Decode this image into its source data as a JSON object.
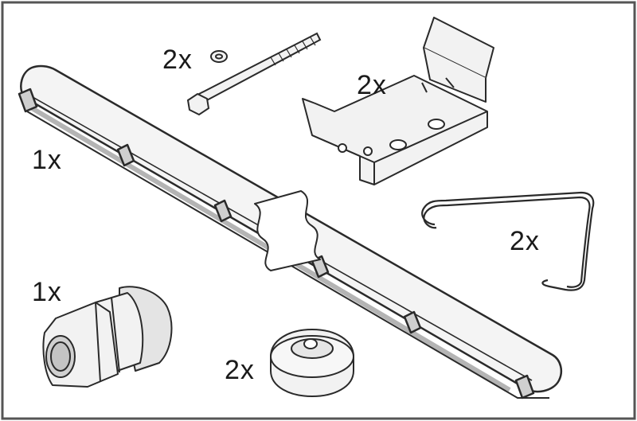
{
  "parts": {
    "luminaire": {
      "quantity": "1x"
    },
    "screw": {
      "quantity": "2x"
    },
    "mounting_bracket": {
      "quantity": "2x"
    },
    "wire_clip": {
      "quantity": "2x"
    },
    "cable_gland": {
      "quantity": "1x"
    },
    "end_cap": {
      "quantity": "2x"
    }
  },
  "colors": {
    "stroke": "#2a2a2a",
    "fill_light": "#f2f2f2",
    "fill_mid": "#d9d9d9",
    "frame": "#555555"
  }
}
